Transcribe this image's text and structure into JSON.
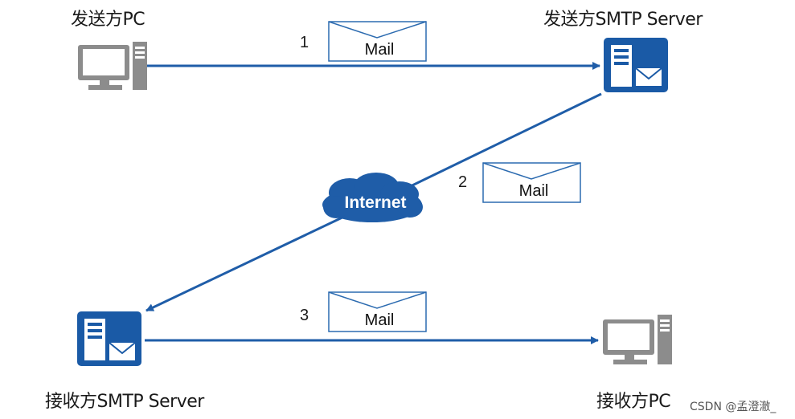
{
  "nodes": {
    "sender_pc": "发送方PC",
    "sender_smtp": "发送方SMTP Server",
    "receiver_smtp": "接收方SMTP Server",
    "receiver_pc": "接收方PC",
    "internet": "Internet"
  },
  "steps": [
    {
      "number": "1",
      "mail_label": "Mail"
    },
    {
      "number": "2",
      "mail_label": "Mail"
    },
    {
      "number": "3",
      "mail_label": "Mail"
    }
  ],
  "watermark": "CSDN @孟澄澈_",
  "colors": {
    "arrow": "#1f5da8",
    "server": "#1a5aa6",
    "cloud": "#1f5da8",
    "pc_gray": "#8c8c8c"
  }
}
